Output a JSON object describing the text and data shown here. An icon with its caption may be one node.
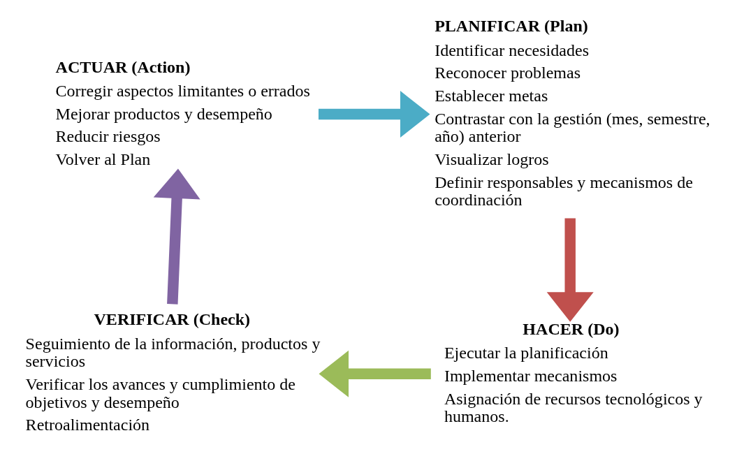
{
  "diagram": {
    "nodes": [
      {
        "text": [
          "ACTUAR (Action)",
          "Corregir aspectos limitantes o errados",
          "Mejorar productos y desempeño",
          "Reducir riesgos",
          "Volver al Plan"
        ]
      },
      {
        "text": [
          "PLANIFICAR (Plan)",
          "Identificar necesidades",
          "Reconocer problemas",
          "Establecer metas",
          "Contrastar con la gestión (mes, semestre, año) anterior",
          "Visualizar logros",
          "Definir responsables y mecanismos de coordinación"
        ]
      },
      {
        "text": [
          "HACER (Do)",
          "Ejecutar la planificación",
          "Implementar mecanismos",
          "Asignación de recursos tecnológicos y humanos."
        ]
      },
      {
        "text": [
          "VERIFICAR (Check)",
          "Seguimiento de la información, productos y servicios",
          "Verificar los avances y cumplimiento de objetivos y desempeño",
          "Retroalimentación"
        ]
      }
    ],
    "edges": [
      {
        "from": 0,
        "to": 1,
        "arrow": "to",
        "color": "#4bacc6"
      },
      {
        "from": 1,
        "to": 2,
        "arrow": "to",
        "color": "#c0504d"
      },
      {
        "from": 2,
        "to": 3,
        "arrow": "to",
        "color": "#9bbb59"
      },
      {
        "from": 3,
        "to": 0,
        "arrow": "to",
        "color": "#8064a2"
      }
    ]
  }
}
